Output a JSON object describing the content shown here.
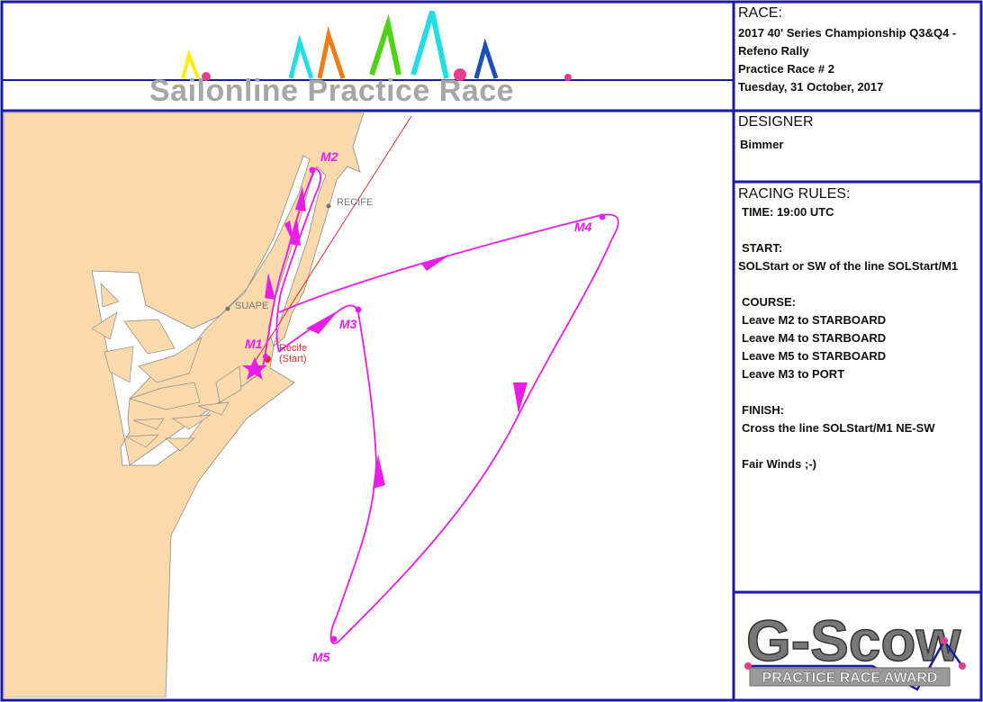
{
  "header": {
    "title": "Sailonline Practice Race"
  },
  "race": {
    "heading": "RACE:",
    "lines": [
      "2017 40' Series Championship Q3&Q4 -",
      "Refeno Rally",
      "Practice Race # 2",
      "Tuesday, 31 October, 2017"
    ]
  },
  "designer": {
    "heading": "DESIGNER",
    "name": "Bimmer"
  },
  "racing_rules": {
    "heading": "RACING RULES:",
    "lines": [
      "TIME: 19:00 UTC",
      "",
      "START:",
      "SOLStart or SW of the line SOLStart/M1",
      "",
      "COURSE:",
      "Leave M2 to STARBOARD",
      "Leave M4 to STARBOARD",
      "Leave M5 to STARBOARD",
      "Leave M3 to PORT",
      "",
      "FINISH:",
      "Cross the line SOLStart/M1 NE-SW",
      "",
      "Fair Winds ;-)"
    ]
  },
  "map": {
    "marks": {
      "m1": "M1",
      "m2": "M2",
      "m3": "M3",
      "m4": "M4",
      "m5": "M5"
    },
    "places": {
      "recife": "RECIFE",
      "suape": "SUAPE",
      "start_name": "Recife",
      "start_sub": "(Start)"
    }
  },
  "award": {
    "logo_text": "G-Scow",
    "subtitle": "PRACTICE RACE AWARD"
  },
  "colors": {
    "border": "#1a1aa8",
    "land": "#fad9aa",
    "course": "#e61ee6",
    "start_line": "#e32b2b",
    "title_gray": "#a6a6a6"
  }
}
